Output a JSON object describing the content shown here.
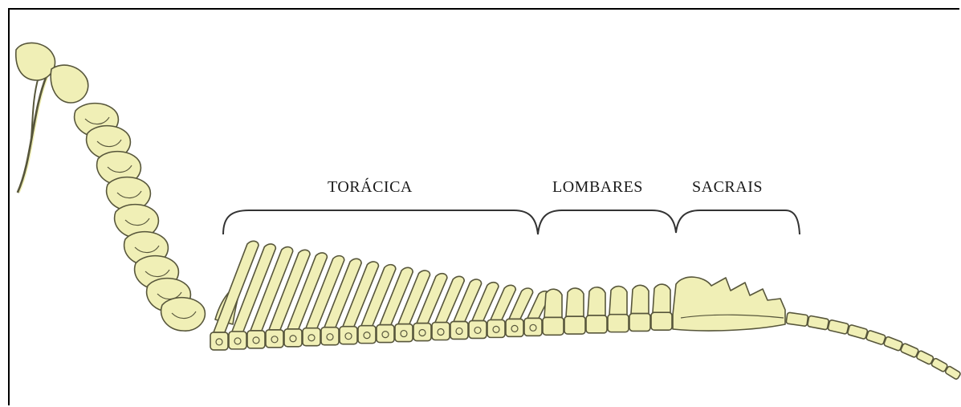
{
  "diagram": {
    "regions": [
      {
        "id": "toracica",
        "label": "TORÁCICA"
      },
      {
        "id": "lombares",
        "label": "LOMBARES"
      },
      {
        "id": "sacrais",
        "label": "SACRAIS"
      }
    ],
    "colors": {
      "bone_fill": "#f0efb6",
      "bone_outline": "#57563b",
      "bone_shade": "#d8d79a",
      "bracket": "#333333",
      "frame": "#000000"
    }
  }
}
